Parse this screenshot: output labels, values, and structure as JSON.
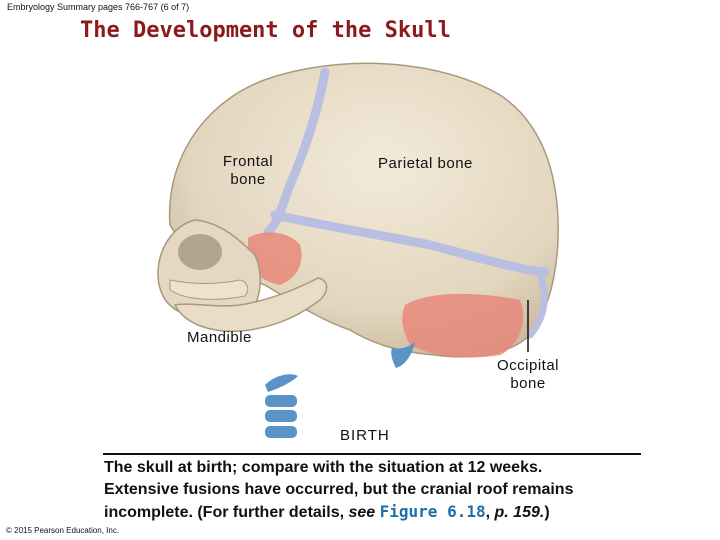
{
  "header": {
    "text": "Embryology Summary pages 766-767 (6 of 7)"
  },
  "title": "The Development of the Skull",
  "labels": {
    "frontal": [
      "Frontal",
      "bone"
    ],
    "parietal": "Parietal bone",
    "mandible": "Mandible",
    "occipital": [
      "Occipital",
      "bone"
    ],
    "birth": "BIRTH"
  },
  "caption": {
    "line1": "The skull at birth; compare with the situation at 12 weeks.",
    "line2": "Extensive fusions have occurred, but the cranial roof remains",
    "line3_pre": "incomplete. (For further details, ",
    "line3_see": "see",
    "line3_fig": "Figure 6.18",
    "line3_sep": ", ",
    "line3_page": "p. 159.",
    "line3_post": ")"
  },
  "copyright": "© 2015 Pearson Education, Inc.",
  "colors": {
    "title": "#8b1a1a",
    "bone": "#e8dcc8",
    "suture": "#b8bfe0",
    "membrane": "#e8887a",
    "spine": "#5a93c8",
    "figure_link": "#1d6fa8"
  }
}
